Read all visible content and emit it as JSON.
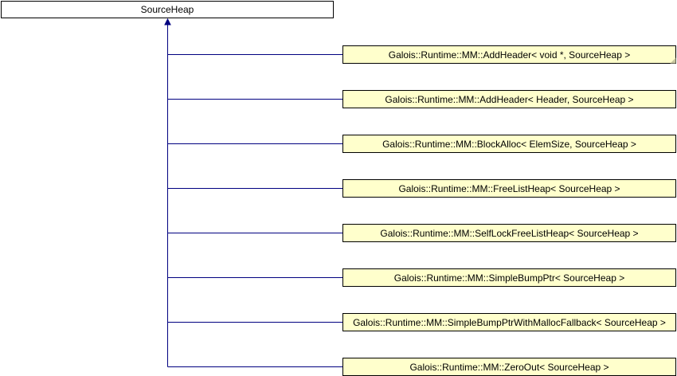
{
  "diagram": {
    "base_class": {
      "label": "SourceHeap"
    },
    "derived_classes": [
      {
        "label": "Galois::Runtime::MM::AddHeader< void *, SourceHeap >",
        "folded_corner": true
      },
      {
        "label": "Galois::Runtime::MM::AddHeader< Header, SourceHeap >",
        "folded_corner": false
      },
      {
        "label": "Galois::Runtime::MM::BlockAlloc< ElemSize, SourceHeap >",
        "folded_corner": false
      },
      {
        "label": "Galois::Runtime::MM::FreeListHeap< SourceHeap >",
        "folded_corner": false
      },
      {
        "label": "Galois::Runtime::MM::SelfLockFreeListHeap< SourceHeap >",
        "folded_corner": false
      },
      {
        "label": "Galois::Runtime::MM::SimpleBumpPtr< SourceHeap >",
        "folded_corner": false
      },
      {
        "label": "Galois::Runtime::MM::SimpleBumpPtrWithMallocFallback< SourceHeap >",
        "folded_corner": false
      },
      {
        "label": "Galois::Runtime::MM::ZeroOut< SourceHeap >",
        "folded_corner": false
      }
    ],
    "colors": {
      "base_fill": "#ffffff",
      "derived_fill": "#ffffcc",
      "border": "#000000",
      "edge": "#000080"
    }
  }
}
